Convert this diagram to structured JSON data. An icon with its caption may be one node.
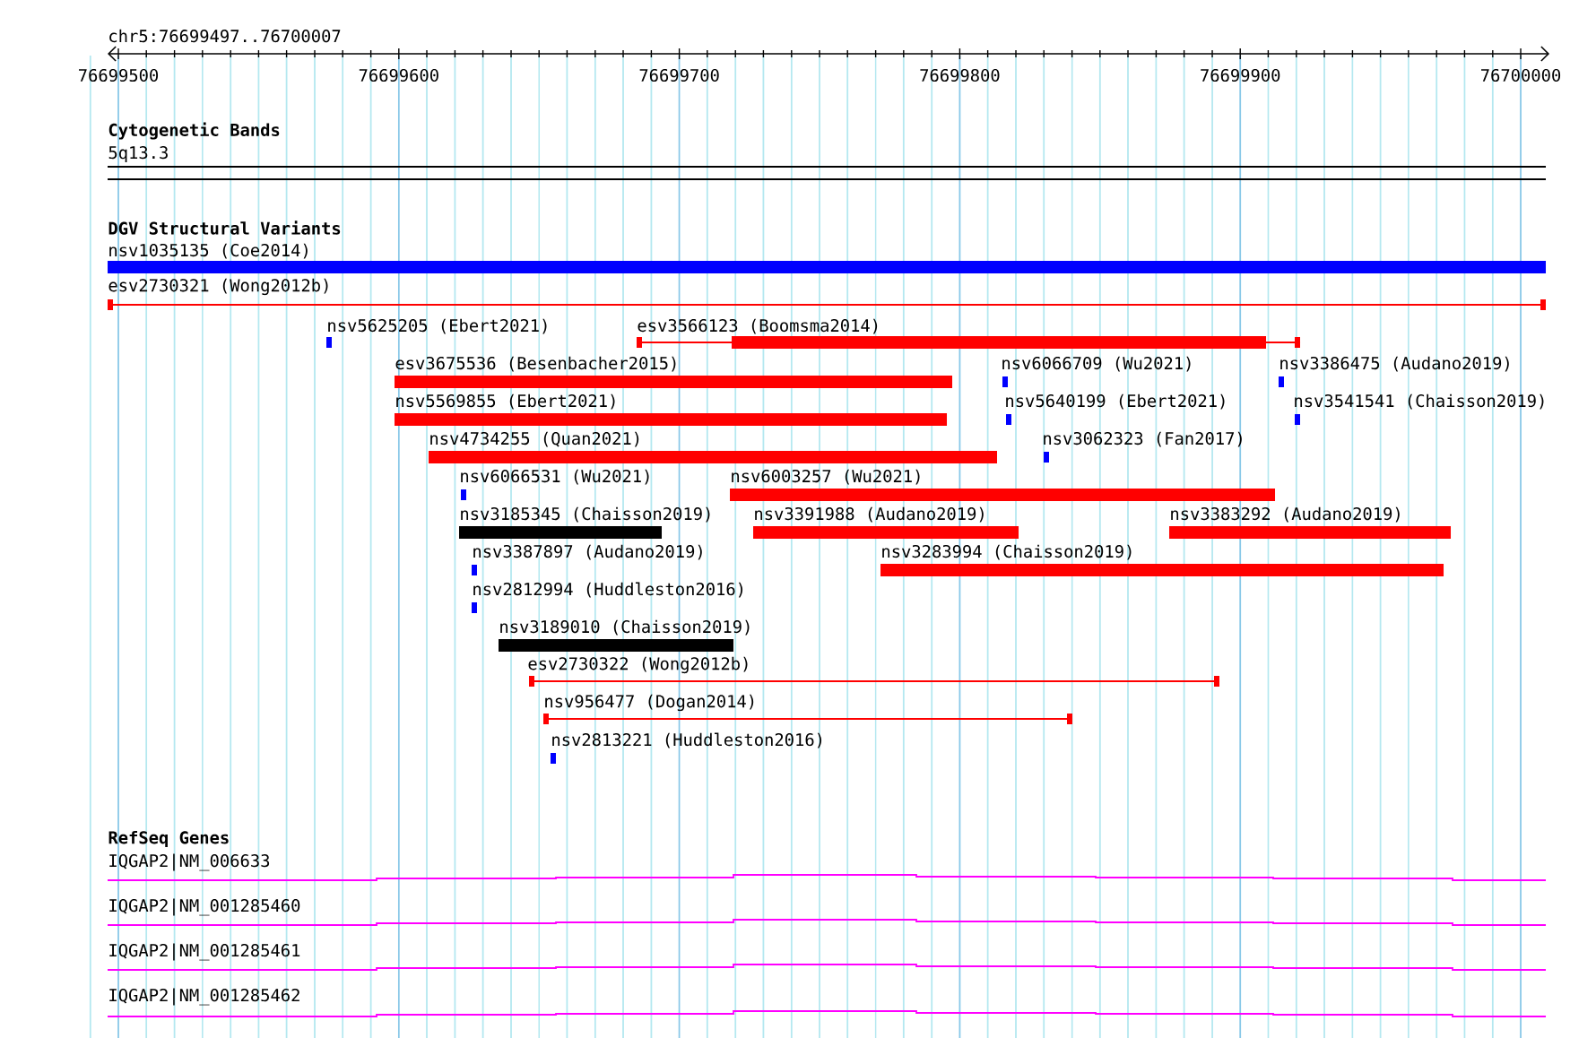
{
  "diagram": {
    "nodes": [
      {
        "text": [
          "nsv1035135 (Coe2014)"
        ]
      },
      {
        "text": [
          "esv2730321 (Wong2012b)"
        ]
      },
      {
        "text": [
          "nsv5625205 (Ebert2021)"
        ]
      },
      {
        "text": [
          "esv3566123 (Boomsma2014)"
        ]
      },
      {
        "text": [
          "esv3675536 (Besenbacher2015)"
        ]
      },
      {
        "text": [
          "nsv6066709 (Wu2021)"
        ]
      },
      {
        "text": [
          "nsv3386475 (Audano2019)"
        ]
      },
      {
        "text": [
          "nsv5569855 (Ebert2021)"
        ]
      },
      {
        "text": [
          "nsv5640199 (Ebert2021)"
        ]
      },
      {
        "text": [
          "nsv3541541 (Chaisson2019)"
        ]
      },
      {
        "text": [
          "nsv4734255 (Quan2021)"
        ]
      },
      {
        "text": [
          "nsv3062323 (Fan2017)"
        ]
      },
      {
        "text": [
          "nsv6066531 (Wu2021)"
        ]
      },
      {
        "text": [
          "nsv6003257 (Wu2021)"
        ]
      },
      {
        "text": [
          "nsv3185345 (Chaisson2019)"
        ]
      },
      {
        "text": [
          "nsv3391988 (Audano2019)"
        ]
      },
      {
        "text": [
          "nsv3383292 (Audano2019)"
        ]
      },
      {
        "text": [
          "nsv3387897 (Audano2019)"
        ]
      },
      {
        "text": [
          "nsv3283994 (Chaisson2019)"
        ]
      },
      {
        "text": [
          "nsv2812994 (Huddleston2016)"
        ]
      },
      {
        "text": [
          "nsv3189010 (Chaisson2019)"
        ]
      },
      {
        "text": [
          "esv2730322 (Wong2012b)"
        ]
      },
      {
        "text": [
          "nsv956477 (Dogan2014)"
        ]
      },
      {
        "text": [
          "nsv2813221 (Huddleston2016)"
        ]
      },
      {
        "text": [
          "IQGAP2|NM_006633"
        ]
      },
      {
        "text": [
          "IQGAP2|NM_001285460"
        ]
      },
      {
        "text": [
          "IQGAP2|NM_001285461"
        ]
      },
      {
        "text": [
          "IQGAP2|NM_001285462"
        ]
      }
    ],
    "labels": [
      "chr5:76699497..76700007",
      "76699500",
      "76699600",
      "76699700",
      "76699800",
      "76699900",
      "76700000",
      "Cytogenetic Bands",
      "5q13.3",
      "DGV Structural Variants",
      "RefSeq Genes"
    ]
  }
}
